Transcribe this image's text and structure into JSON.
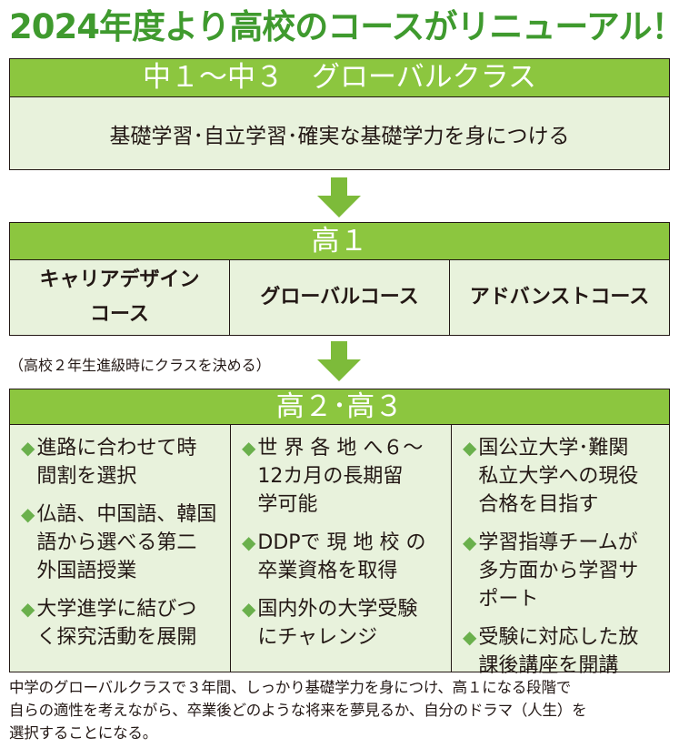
{
  "title": "2024年度より高校のコースがリニューアル！",
  "section1": {
    "header": "中１～中３　グローバルクラス",
    "body": "基礎学習･自立学習･確実な基礎学力を身につける"
  },
  "section2": {
    "header": "高１",
    "courses": [
      "キャリアデザイン\nコース",
      "グローバルコース",
      "アドバンストコース"
    ]
  },
  "note": "（高校２年生進級時にクラスを決める）",
  "section3": {
    "header": "高２･高３",
    "columns": [
      [
        "進路に合わせて時\n間割を選択",
        "仏語、中国語、韓国\n語から選べる第二\n外国語授業",
        "大学進学に結びつ\nく探究活動を展開"
      ],
      [
        "世 界 各 地 へ６～\n12カ月の長期留\n学可能",
        "DDPで 現 地 校 の\n卒業資格を取得",
        "国内外の大学受験\nにチャレンジ"
      ],
      [
        "国公立大学･難関\n私立大学への現役\n合格を目指す",
        "学習指導チームが\n多方面から学習サ\nポート",
        "受験に対応した放\n課後講座を開講"
      ]
    ]
  },
  "footer": "中学のグローバルクラスで３年間、しっかり基礎学力を身につけ、高１になる段階で\n自らの適性を考えながら、卒業後どのような将来を夢見るか、自分のドラマ（人生）を\n選択することになる。",
  "colors": {
    "band": "#8cc63f",
    "panel": "#e8f2dc",
    "title": "#3f9a2e",
    "arrow": "#7dbb3a"
  },
  "icons": {
    "flow": "down-arrow-icon",
    "bullet": "diamond-icon"
  }
}
